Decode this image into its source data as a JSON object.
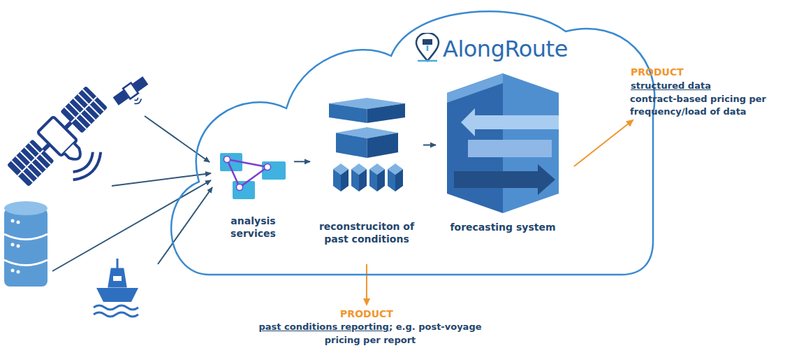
{
  "diagram": {
    "nodes": [
      {
        "text": [
          "AlongRoute"
        ]
      },
      {
        "text": [
          "analysis services"
        ],
        "in": 0
      },
      {
        "text": [
          "reconstruciton of past conditions"
        ],
        "in": 0
      },
      {
        "text": [
          "forecasting system"
        ],
        "in": 0
      }
    ],
    "edges": [
      {
        "from": 1,
        "to": 2,
        "arrow": "to"
      },
      {
        "from": 2,
        "to": 3,
        "arrow": "to"
      }
    ],
    "labels": [
      "PRODUCT",
      "structured data",
      "contract-based pricing per frequency/load of data",
      "PRODUCT",
      "past conditions reporting",
      "; e.g. post-voyage",
      "pricing per report"
    ]
  }
}
